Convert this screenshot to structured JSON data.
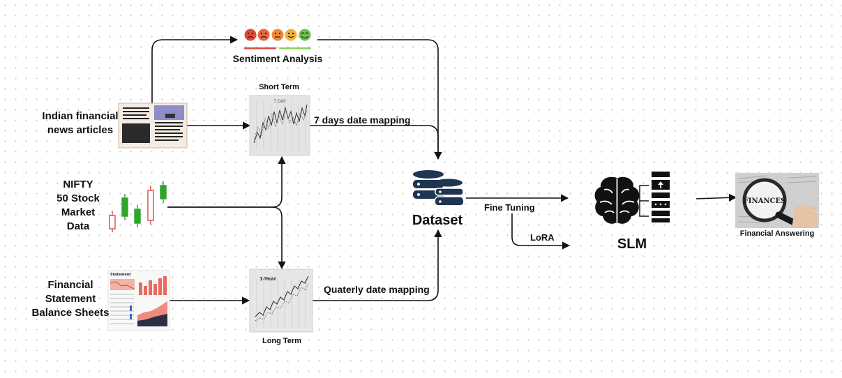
{
  "sources": {
    "news": "Indian financial\nnews articles",
    "nifty": "NIFTY\n50 Stock\nMarket\nData",
    "statement": "Financial\nStatement\nBalance Sheets"
  },
  "sentiment": {
    "label": "Sentiment Analysis"
  },
  "short_term": {
    "label": "Short Term",
    "chart_tag": "7 DAY"
  },
  "long_term": {
    "label": "Long Term",
    "chart_tag": "1-Year"
  },
  "edges": {
    "seven_day": "7 days date mapping",
    "quarterly": "Quaterly date mapping",
    "fine_tuning": "Fine Tuning",
    "lora": "LoRA"
  },
  "dataset": {
    "label": "Dataset"
  },
  "slm": {
    "label": "SLM"
  },
  "output": {
    "label": "Financial Answering",
    "badge": "FINANCES"
  },
  "colors": {
    "faces": [
      "#e0483a",
      "#e9653f",
      "#ef8a3a",
      "#f2b233",
      "#6cc049"
    ],
    "bull": "#2fa52a",
    "bear": "#e04848",
    "db": "#1f3552"
  }
}
